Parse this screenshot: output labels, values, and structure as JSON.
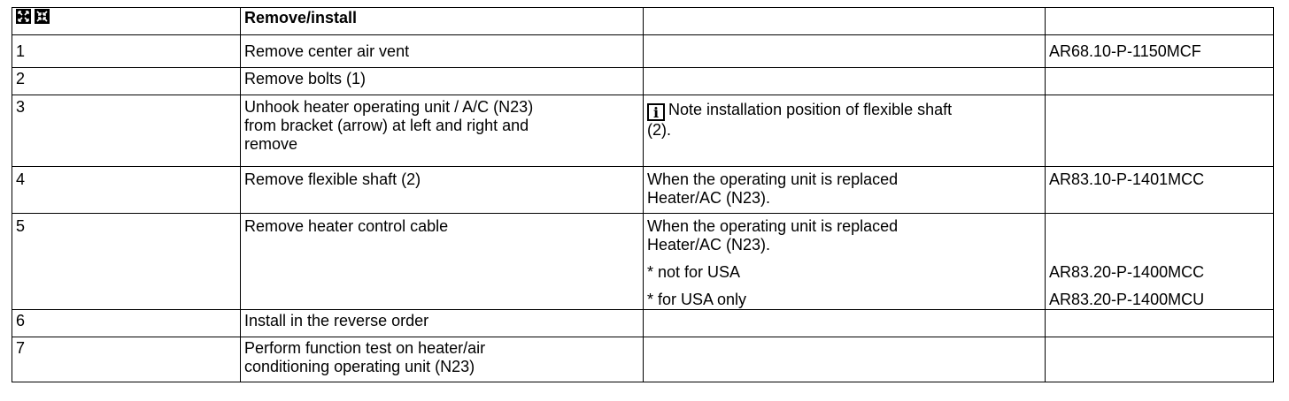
{
  "header": {
    "title": "Remove/install",
    "icons": [
      "remove-symbol-icon",
      "install-symbol-icon"
    ]
  },
  "rows": [
    {
      "step": "1",
      "action": "Remove center air vent",
      "ref": "AR68.10-P-1150MCF"
    },
    {
      "step": "2",
      "action": "Remove bolts (1)"
    },
    {
      "step": "3",
      "action": [
        "Unhook heater operating unit / A/C (N23)",
        "from bracket (arrow) at left and right and",
        "remove"
      ],
      "note_icon": "info-icon",
      "note": [
        "Note installation position of flexible shaft",
        "(2)."
      ]
    },
    {
      "step": "4",
      "action": "Remove flexible shaft (2)",
      "note": [
        "When the operating unit is replaced",
        "Heater/AC (N23)."
      ],
      "ref": "AR83.10-P-1401MCC"
    },
    {
      "step": "5",
      "action": "Remove heater control cable",
      "note": [
        "When the operating unit is replaced",
        "Heater/AC (N23)."
      ],
      "sub": [
        {
          "note": "* not for USA",
          "ref": "AR83.20-P-1400MCC"
        },
        {
          "note": "* for USA only",
          "ref": "AR83.20-P-1400MCU"
        }
      ]
    },
    {
      "step": "6",
      "action": "Install in the reverse order"
    },
    {
      "step": "7",
      "action": [
        "Perform function test on heater/air",
        "conditioning operating unit (N23)"
      ]
    }
  ]
}
